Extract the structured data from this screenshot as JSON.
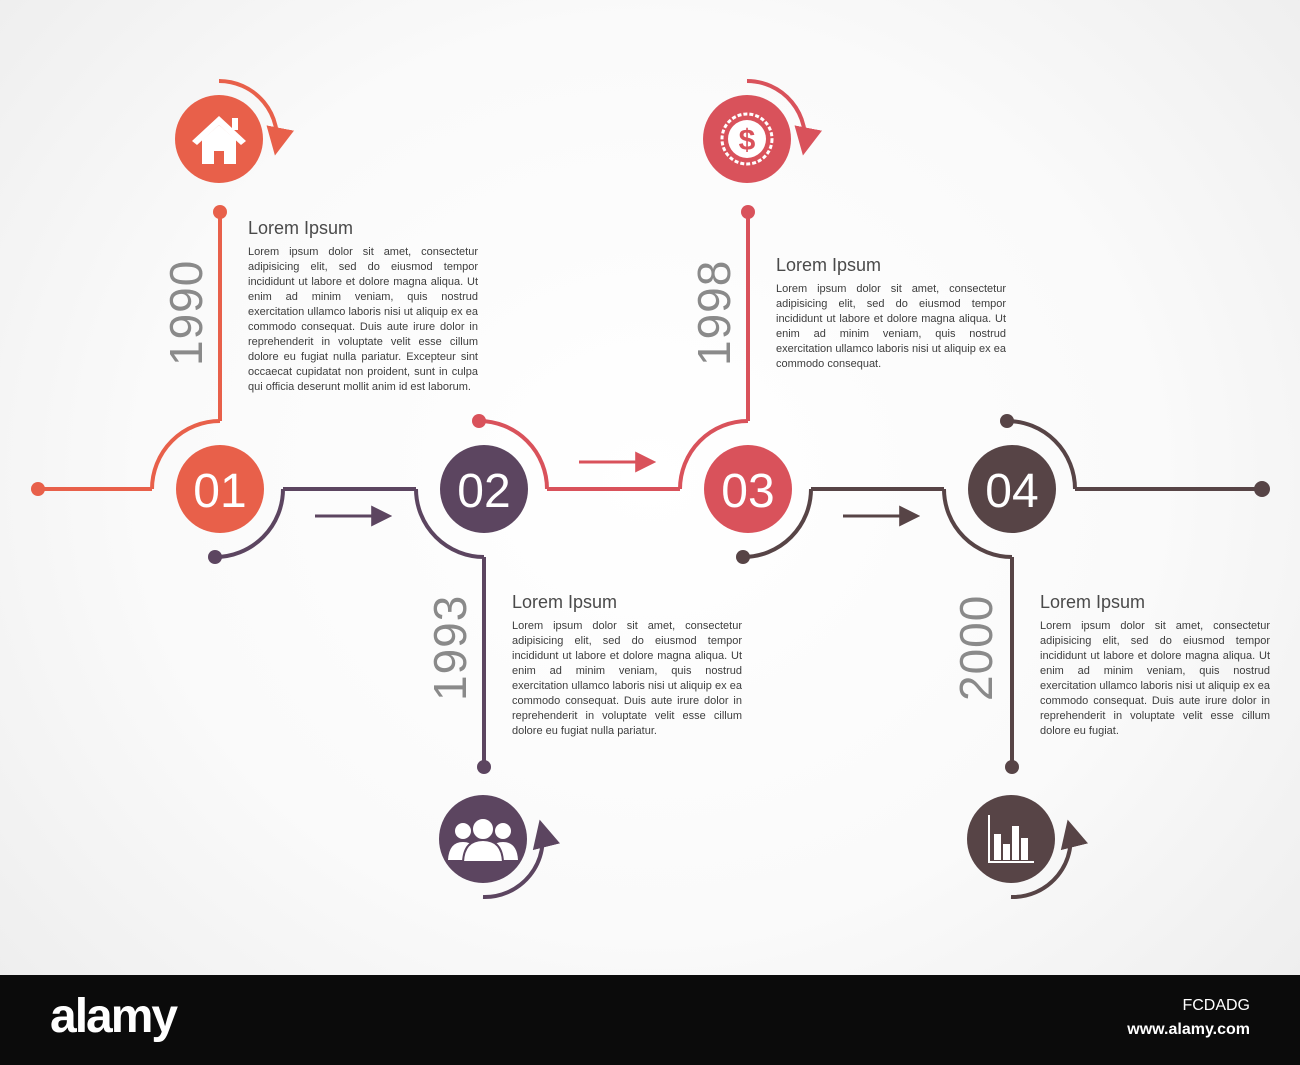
{
  "colors": {
    "step1": "#e8604a",
    "step2": "#5c4560",
    "step3": "#d9525b",
    "step4": "#574446"
  },
  "steps": [
    {
      "number": "01",
      "year": "1990",
      "icon": "house-icon",
      "title": "Lorem Ipsum",
      "body": "Lorem ipsum dolor sit amet, consectetur adipisicing elit, sed do eiusmod tempor incididunt ut labore et dolore magna aliqua. Ut enim ad minim veniam, quis nostrud exercitation ullamco laboris nisi ut aliquip ex ea commodo consequat. Duis aute irure dolor in reprehenderit in voluptate velit esse cillum dolore eu fugiat nulla pariatur. Excepteur sint occaecat cupidatat non proident, sunt in culpa qui officia deserunt mollit anim id est laborum."
    },
    {
      "number": "02",
      "year": "1993",
      "icon": "people-icon",
      "title": "Lorem Ipsum",
      "body": "Lorem ipsum dolor sit amet, consectetur adipisicing elit, sed do eiusmod tempor incididunt ut labore et dolore magna aliqua. Ut enim ad minim veniam, quis nostrud exercitation ullamco laboris nisi ut aliquip ex ea commodo consequat. Duis aute irure dolor in reprehenderit in voluptate velit esse cillum dolore eu fugiat nulla pariatur."
    },
    {
      "number": "03",
      "year": "1998",
      "icon": "dollar-coin-icon",
      "title": "Lorem Ipsum",
      "body": "Lorem ipsum dolor sit amet, consectetur adipisicing elit, sed do eiusmod tempor incididunt ut labore et dolore magna aliqua. Ut enim ad minim veniam, quis nostrud exercitation ullamco laboris nisi ut aliquip ex ea commodo consequat."
    },
    {
      "number": "04",
      "year": "2000",
      "icon": "bar-chart-icon",
      "title": "Lorem Ipsum",
      "body": "Lorem ipsum dolor sit amet, consectetur adipisicing elit, sed do eiusmod tempor incididunt ut labore et dolore magna aliqua. Ut enim ad minim veniam, quis nostrud exercitation ullamco laboris nisi ut aliquip ex ea commodo consequat. Duis aute irure dolor in reprehenderit in voluptate velit esse cillum dolore eu fugiat."
    }
  ],
  "footer": {
    "brand": "alamy",
    "image_id": "FCDADG",
    "site": "www.alamy.com"
  }
}
